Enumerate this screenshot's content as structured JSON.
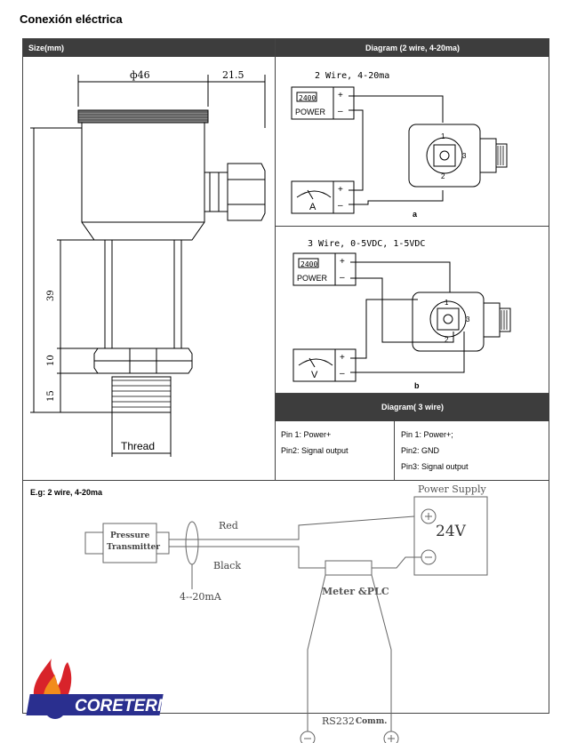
{
  "title": "Conexión eléctrica",
  "size_section": {
    "header": "Size(mm)",
    "dim_top_diameter": "ф46",
    "dim_top_right": "21.5",
    "dim_39": "39",
    "dim_10": "10",
    "dim_15": "15",
    "thread_label": "Thread"
  },
  "diagram_2wire": {
    "header": "Diagram (2 wire, 4-20ma)",
    "caption": "2 Wire, 4-20ma",
    "display_value": "2400",
    "power_label": "POWER",
    "meter_unit": "A",
    "plus": "+",
    "minus": "–",
    "pin1": "1",
    "pin2": "2",
    "pin3": "3",
    "label": "a"
  },
  "diagram_3wire_voltage": {
    "caption": "3 Wire, 0-5VDC, 1-5VDC",
    "display_value": "2400",
    "power_label": "POWER",
    "meter_unit": "V",
    "label": "b"
  },
  "diagram_3wire_table": {
    "header": "Diagram( 3 wire)",
    "left": [
      "Pin 1: Power+",
      "Pin2: Signal output"
    ],
    "right": [
      "Pin 1: Power+;",
      "Pin2: GND",
      "Pin3: Signal output"
    ]
  },
  "example": {
    "heading": "E.g: 2 wire, 4-20ma",
    "power_supply": "Power Supply",
    "voltage": "24V",
    "transmitter_line1": "Pressure",
    "transmitter_line2": "Transmitter",
    "red": "Red",
    "black": "Black",
    "current": "4--20mA",
    "meter": "Meter &PLC",
    "rs232": "RS232",
    "comm": "Comm."
  },
  "logo": {
    "text": "CORETERM",
    "colors": {
      "flame_red": "#d8232a",
      "flame_orange": "#f28c1c",
      "blue": "#2a2f8f"
    }
  }
}
